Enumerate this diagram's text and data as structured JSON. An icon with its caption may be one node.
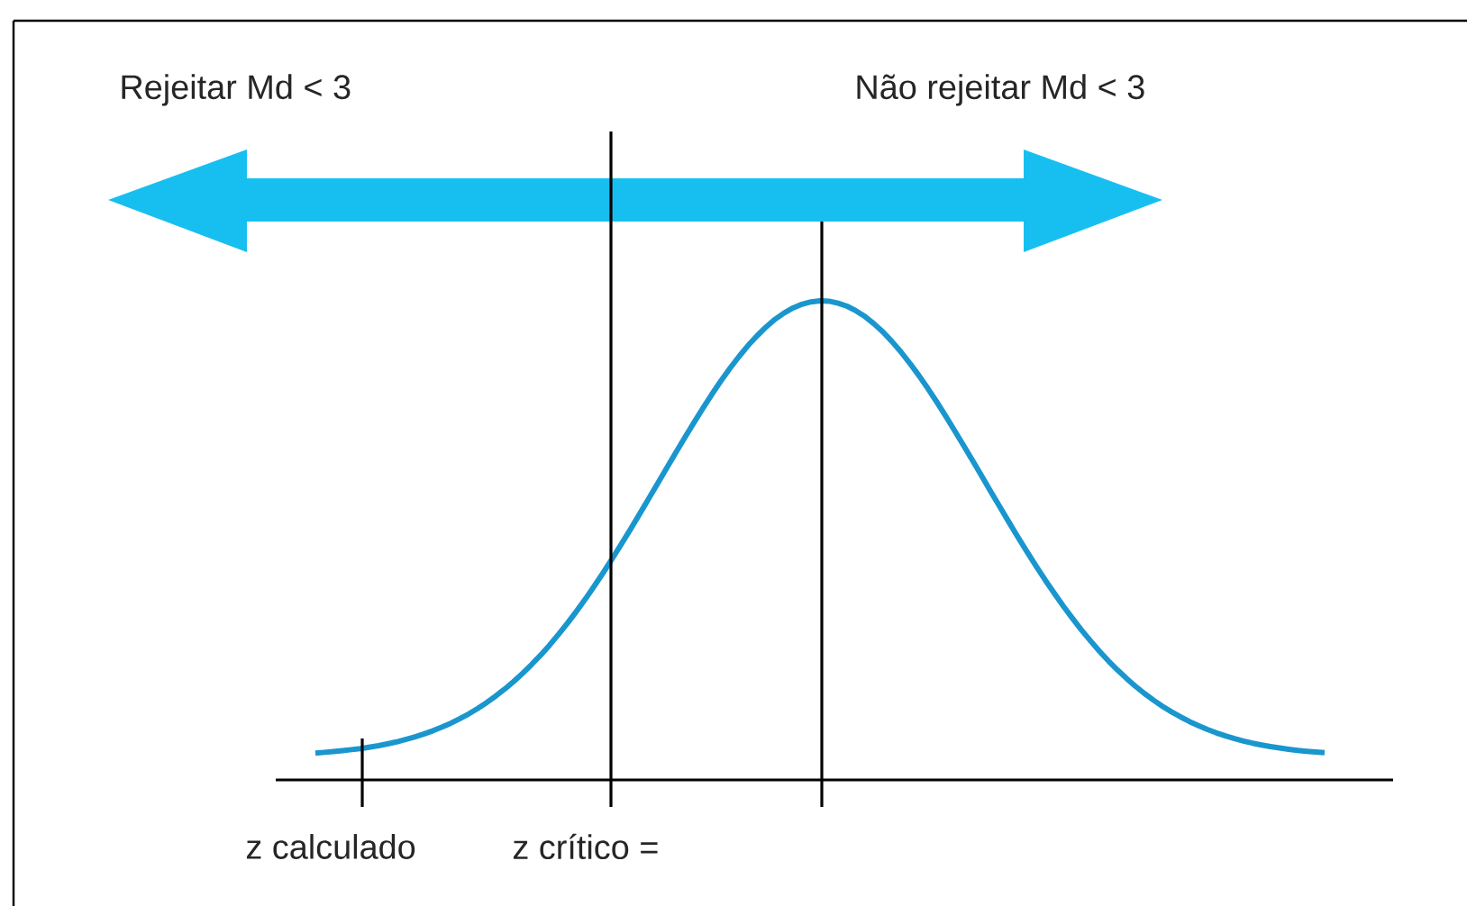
{
  "diagram": {
    "labels": [
      "Rejeitar Md < 3",
      "Não rejeitar Md < 3",
      "z calculado",
      "z crítico ="
    ]
  }
}
